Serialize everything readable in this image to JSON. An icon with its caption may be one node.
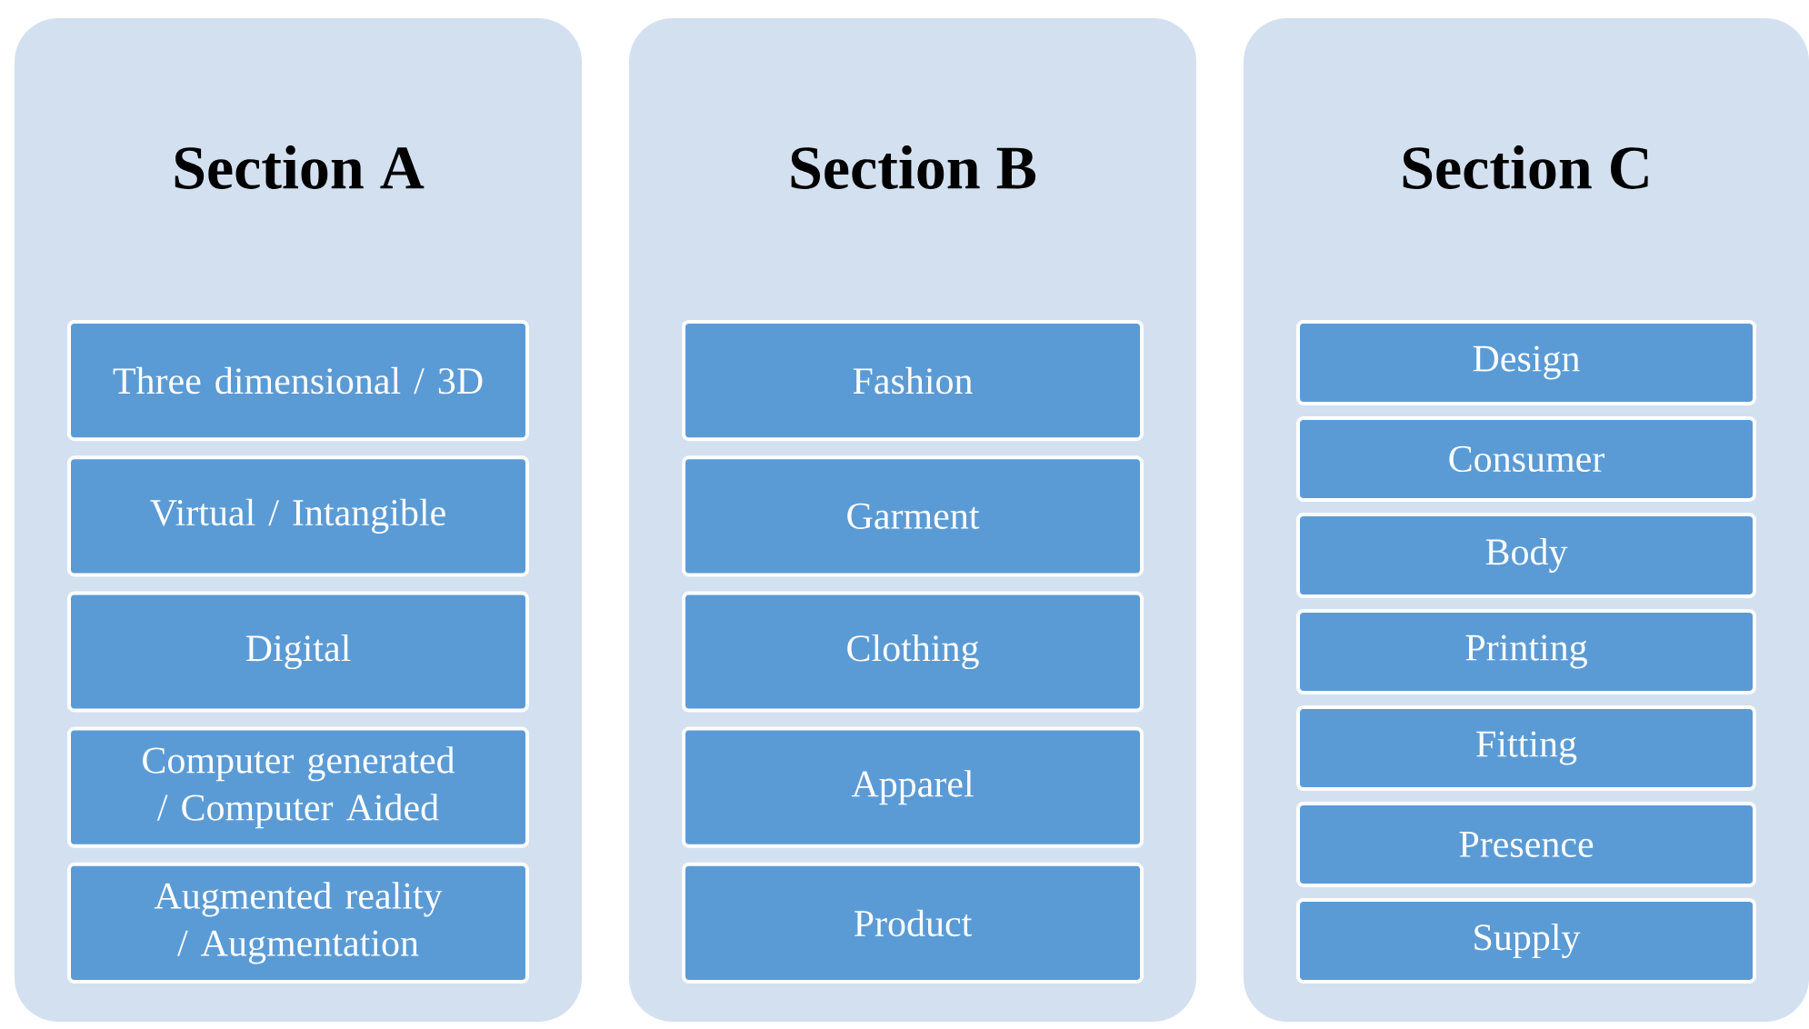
{
  "diagram": {
    "nodes": [
      {
        "text": [
          "Section A"
        ]
      },
      {
        "text": [
          "Three dimensional / 3D"
        ],
        "in": 0
      },
      {
        "text": [
          "Virtual / Intangible"
        ],
        "in": 0
      },
      {
        "text": [
          "Digital"
        ],
        "in": 0
      },
      {
        "text": [
          "Computer generated / Computer Aided"
        ],
        "in": 0
      },
      {
        "text": [
          "Augmented reality / Augmentation"
        ],
        "in": 0
      },
      {
        "text": [
          "Section B"
        ]
      },
      {
        "text": [
          "Fashion"
        ],
        "in": 6
      },
      {
        "text": [
          "Garment"
        ],
        "in": 6
      },
      {
        "text": [
          "Clothing"
        ],
        "in": 6
      },
      {
        "text": [
          "Apparel"
        ],
        "in": 6
      },
      {
        "text": [
          "Product"
        ],
        "in": 6
      },
      {
        "text": [
          "Section C"
        ]
      },
      {
        "text": [
          "Design"
        ],
        "in": 12
      },
      {
        "text": [
          "Consumer"
        ],
        "in": 12
      },
      {
        "text": [
          "Body"
        ],
        "in": 12
      },
      {
        "text": [
          "Printing"
        ],
        "in": 12
      },
      {
        "text": [
          "Fitting"
        ],
        "in": 12
      },
      {
        "text": [
          "Presence"
        ],
        "in": 12
      },
      {
        "text": [
          "Supply"
        ],
        "in": 12
      }
    ]
  }
}
